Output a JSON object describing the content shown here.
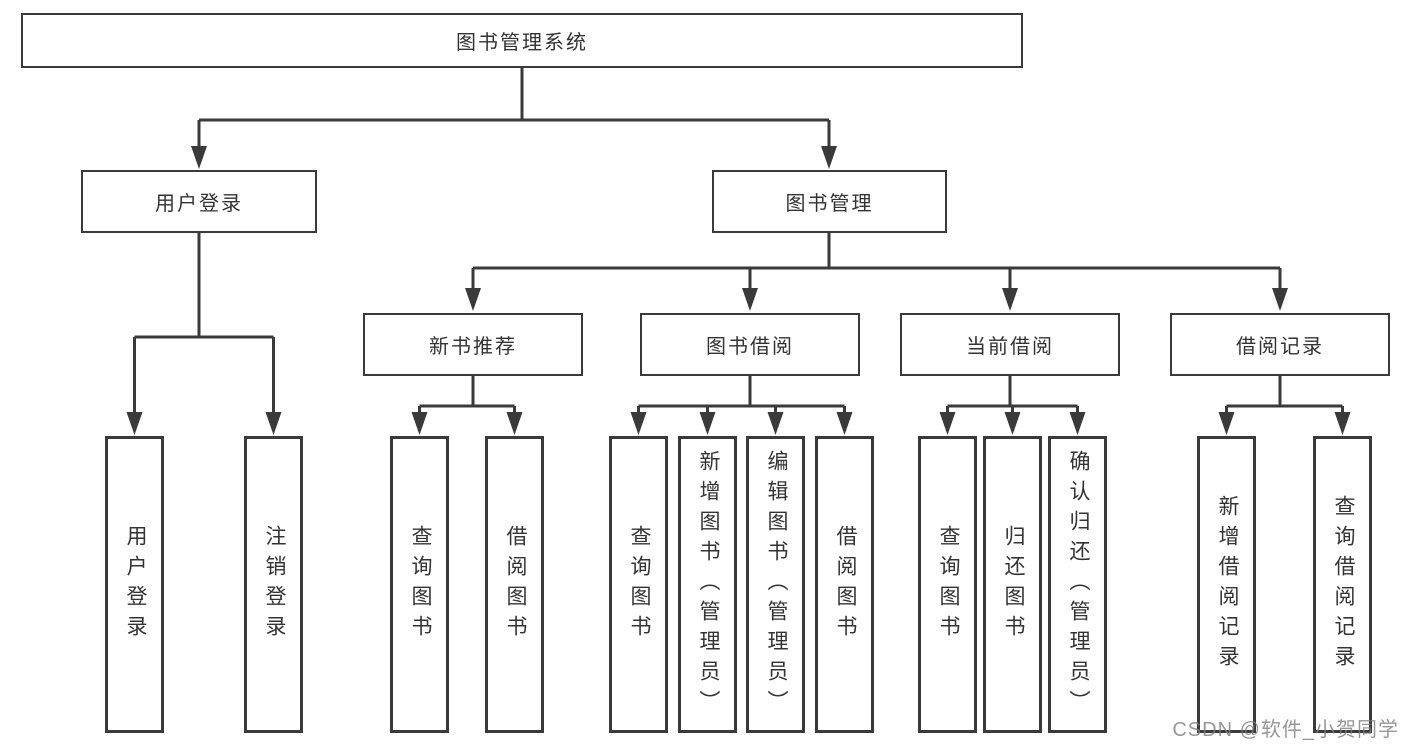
{
  "diagram": {
    "root": "图书管理系统",
    "level2": {
      "user_login": "用户登录",
      "book_management": "图书管理"
    },
    "level3": {
      "new_books": "新书推荐",
      "borrowing": "图书借阅",
      "current": "当前借阅",
      "records": "借阅记录"
    },
    "leaves": {
      "login": [
        "用户登录",
        "注销登录"
      ],
      "new_books": [
        "查询图书",
        "借阅图书"
      ],
      "borrowing": [
        "查询图书",
        "新增图书（管理员）",
        "编辑图书（管理员）",
        "借阅图书"
      ],
      "current": [
        "查询图书",
        "归还图书",
        "确认归还（管理员）"
      ],
      "records": [
        "新增借阅记录",
        "查询借阅记录"
      ]
    }
  },
  "watermark": "CSDN @软件_小贺同学",
  "colors": {
    "line": "#3a3a3a",
    "text": "#333333",
    "background": "#ffffff",
    "watermark": "#7d7d7d"
  }
}
